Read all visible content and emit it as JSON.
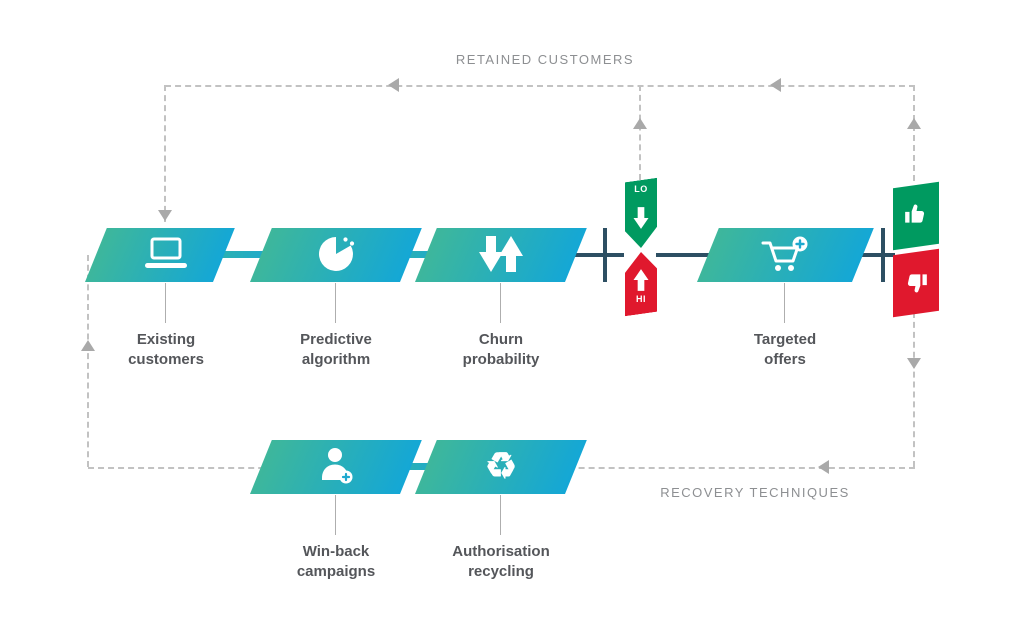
{
  "loops": {
    "retained_label": "RETAINED CUSTOMERS",
    "recovery_label": "RECOVERY TECHNIQUES"
  },
  "nodes": [
    {
      "line1": "Existing",
      "line2": "customers",
      "icon": "laptop-icon"
    },
    {
      "line1": "Predictive",
      "line2": "algorithm",
      "icon": "pie-chart-icon"
    },
    {
      "line1": "Churn",
      "line2": "probability",
      "icon": "up-down-arrows-icon"
    },
    {
      "line1": "Targeted",
      "line2": "offers",
      "icon": "cart-plus-icon"
    },
    {
      "line1": "Win-back",
      "line2": "campaigns",
      "icon": "person-plus-icon"
    },
    {
      "line1": "Authorisation",
      "line2": "recycling",
      "icon": "recycle-icon"
    }
  ],
  "badges": {
    "lo": "LO",
    "hi": "HI"
  },
  "icons": {
    "recycle_glyph": "♻"
  },
  "colors": {
    "node_gradient_start": "#3eb79b",
    "node_gradient_end": "#14a7d6",
    "green": "#009a60",
    "red": "#e0182d",
    "navy": "#2d4f63",
    "dash_grey": "#c2c2c2",
    "label_text": "#54565a",
    "loop_text": "#8d8f92"
  }
}
